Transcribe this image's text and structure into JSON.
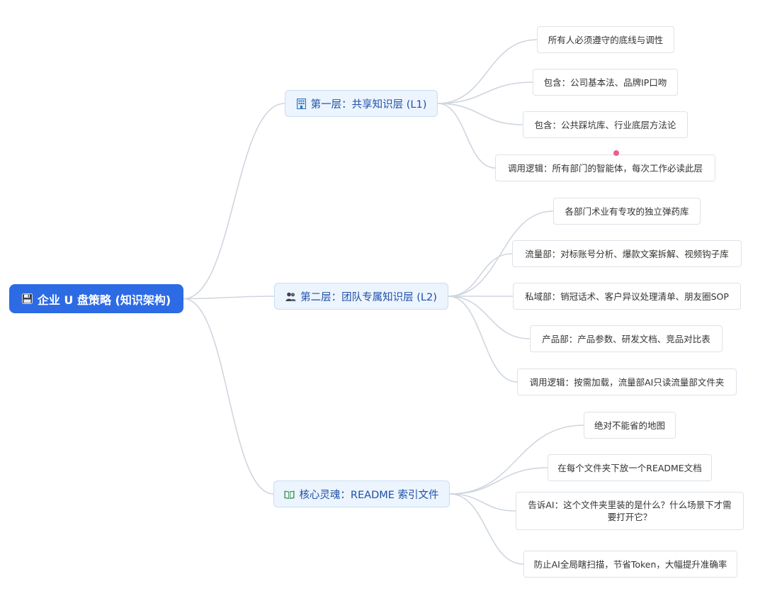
{
  "root": {
    "label": "企业 U 盘策略 (知识架构)",
    "icon": "floppy-disk-icon"
  },
  "branches": [
    {
      "id": "l1",
      "label": "第一层：共享知识层 (L1)",
      "icon": "office-building-icon",
      "children": [
        "所有人必须遵守的底线与调性",
        "包含：公司基本法、品牌IP口吻",
        "包含：公共踩坑库、行业底层方法论",
        "调用逻辑：所有部门的智能体，每次工作必读此层"
      ]
    },
    {
      "id": "l2",
      "label": "第二层：团队专属知识层 (L2)",
      "icon": "team-people-icon",
      "children": [
        "各部门术业有专攻的独立弹药库",
        "流量部：对标账号分析、爆款文案拆解、视频钩子库",
        "私域部：销冠话术、客户异议处理清单、朋友圈SOP",
        "产品部：产品参数、研发文档、竞品对比表",
        "调用逻辑：按需加载，流量部AI只读流量部文件夹"
      ]
    },
    {
      "id": "readme",
      "label": "核心灵魂：README 索引文件",
      "icon": "open-book-icon",
      "children": [
        "绝对不能省的地图",
        "在每个文件夹下放一个README文档",
        "告诉AI：这个文件夹里装的是什么？什么场景下才需要打开它？",
        "防止AI全局瞎扫描，节省Token，大幅提升准确率"
      ]
    }
  ],
  "colors": {
    "root_bg": "#2d6be5",
    "branch_bg": "#ecf4fd",
    "branch_text": "#1f4fa6",
    "connector": "#cfd6df",
    "marker": "#ef5e8a"
  }
}
